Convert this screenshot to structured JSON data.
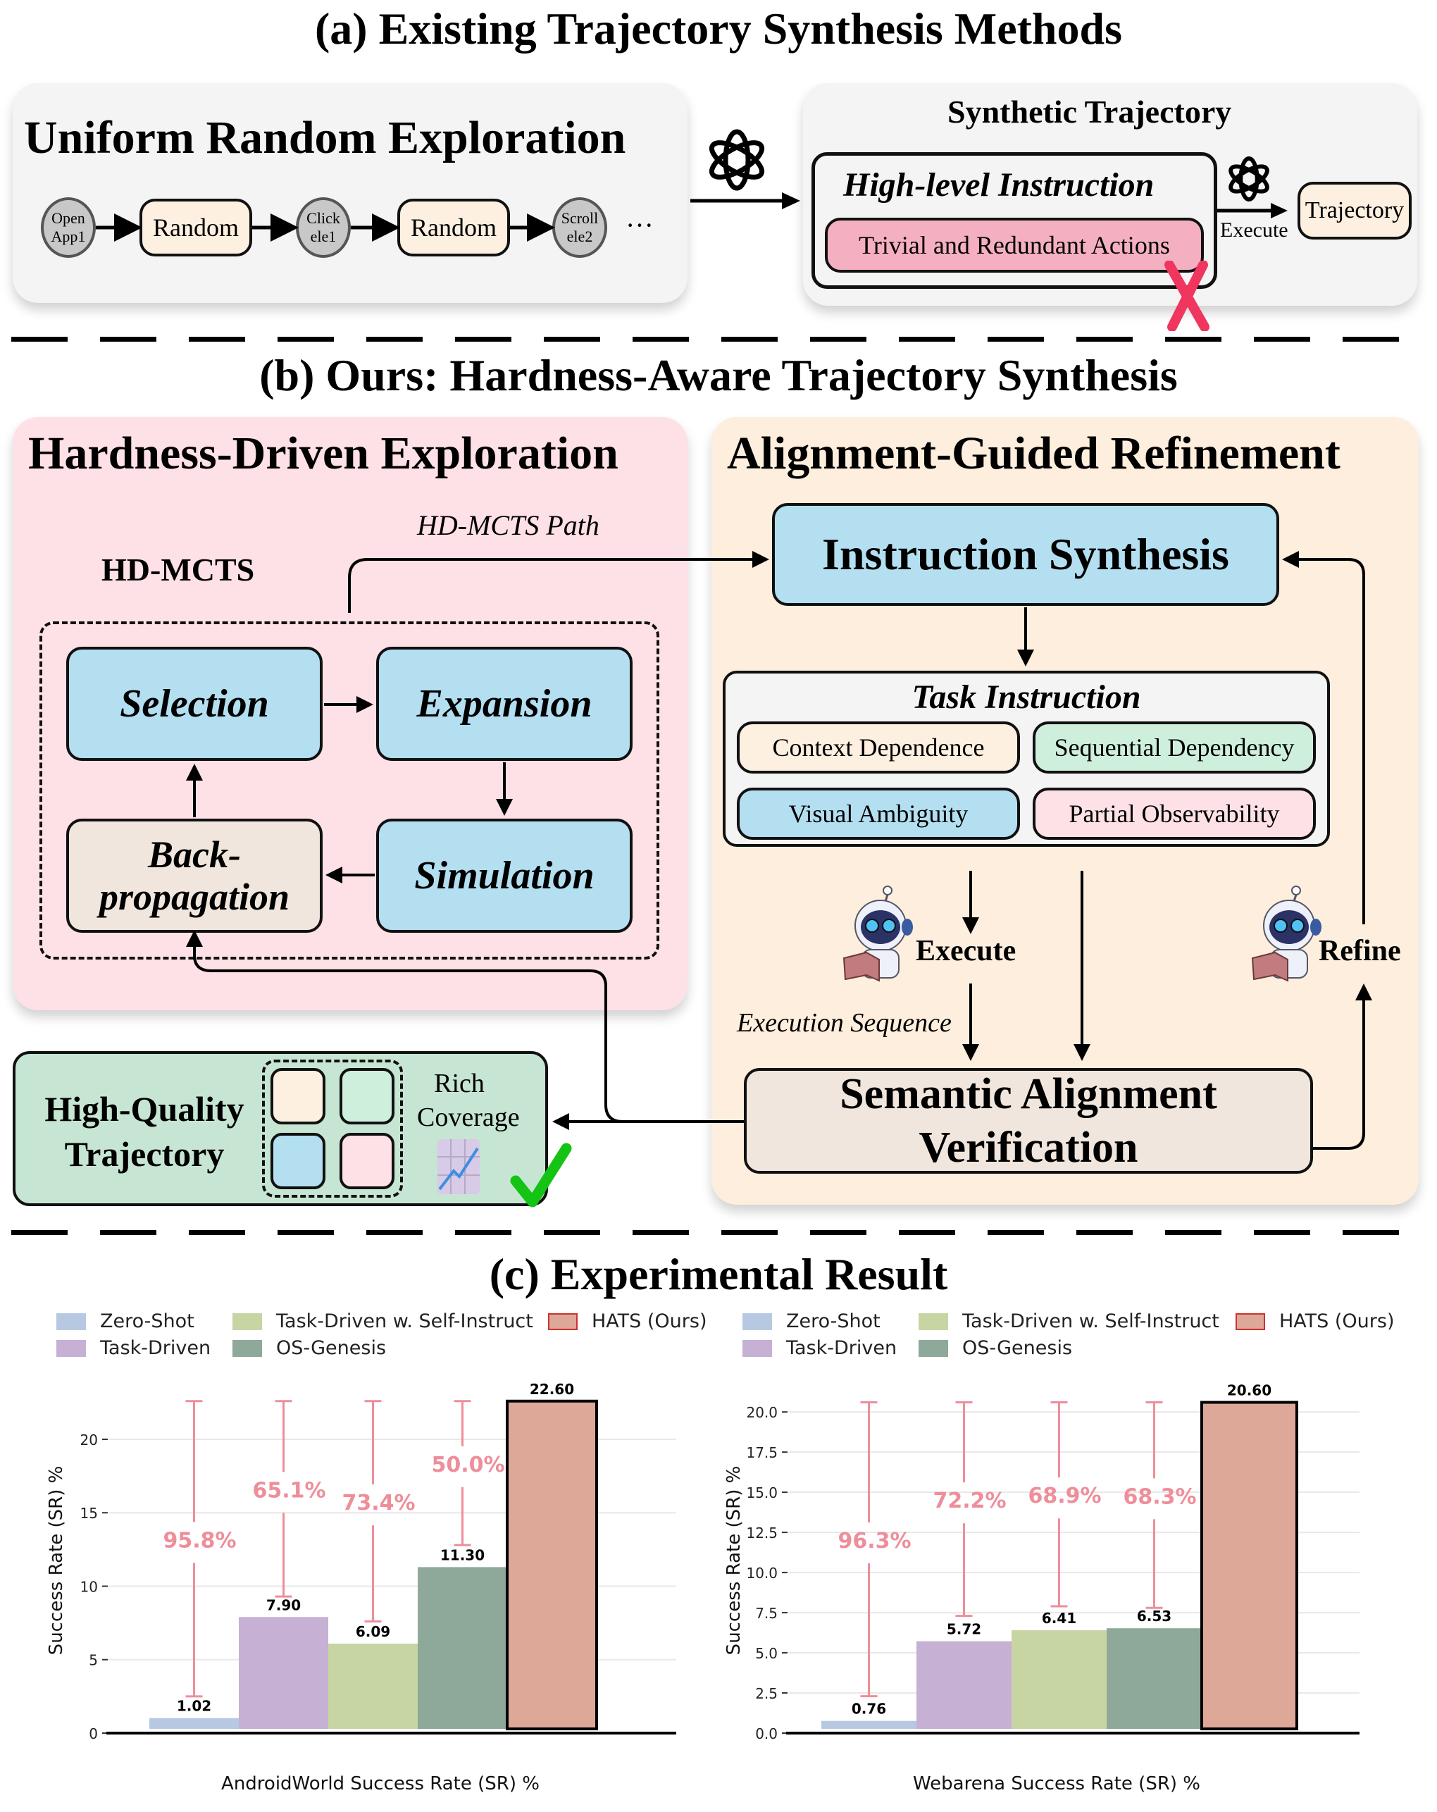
{
  "section_a": {
    "title": "(a) Existing Trajectory Synthesis Methods",
    "left_panel": {
      "heading": "Uniform Random Exploration",
      "nodes": [
        {
          "type": "circle",
          "label_line1": "Open",
          "label_line2": "App1"
        },
        {
          "type": "box",
          "label": "Random"
        },
        {
          "type": "circle",
          "label_line1": "Click",
          "label_line2": "ele1"
        },
        {
          "type": "box",
          "label": "Random"
        },
        {
          "type": "circle",
          "label_line1": "Scroll",
          "label_line2": "ele2"
        }
      ],
      "ellipsis": "···"
    },
    "icon": "openai-logo-icon",
    "right_panel": {
      "heading": "Synthetic Trajectory",
      "instruction_label": "High-level Instruction",
      "actions_label": "Trivial and Redundant Actions",
      "execute_label": "Execute",
      "trajectory_label": "Trajectory",
      "reject_icon": "cross-icon"
    }
  },
  "section_b": {
    "title": "(b) Ours: Hardness-Aware Trajectory Synthesis",
    "exploration": {
      "heading": "Hardness-Driven Exploration",
      "path_label": "HD-MCTS Path",
      "mcts_label": "HD-MCTS",
      "steps": {
        "selection": "Selection",
        "expansion": "Expansion",
        "simulation": "Simulation",
        "backprop_line1": "Back-",
        "backprop_line2": "propagation"
      }
    },
    "refinement": {
      "heading": "Alignment-Guided Refinement",
      "instruction_synthesis": "Instruction Synthesis",
      "task_instruction": "Task Instruction",
      "categories": [
        "Context Dependence",
        "Sequential Dependency",
        "Visual Ambiguity",
        "Partial Observability"
      ],
      "execute_label": "Execute",
      "refine_label": "Refine",
      "execution_sequence_label": "Execution Sequence",
      "verification_line1": "Semantic Alignment",
      "verification_line2": "Verification"
    },
    "output": {
      "label_line1": "High-Quality",
      "label_line2": "Trajectory",
      "coverage_line1": "Rich",
      "coverage_line2": "Coverage",
      "chart_icon": "trend-chart-icon",
      "check_icon": "checkmark-icon"
    }
  },
  "section_c": {
    "title": "(c) Experimental Result"
  },
  "colors": {
    "zero_shot": "#b7c9e2",
    "task_driven": "#c6b0d4",
    "self_instruct": "#c7d5a3",
    "os_genesis": "#8ea999",
    "hats": "#dea898",
    "gap": "#ee8e9a"
  },
  "chart_data": [
    {
      "type": "bar",
      "title": "",
      "xlabel": "AndroidWorld Success Rate (SR) %",
      "ylabel": "Success Rate (SR) %",
      "ylim": [
        0,
        23.5
      ],
      "yticks": [
        0,
        5,
        10,
        15,
        20
      ],
      "ytick_labels": [
        "0",
        "5",
        "10",
        "15",
        "20"
      ],
      "grid": true,
      "legend_position": "top",
      "legend": [
        "Zero-Shot",
        "Task-Driven w. Self-Instruct",
        "HATS (Ours)",
        "Task-Driven",
        "OS-Genesis"
      ],
      "categories": [
        "Zero-Shot",
        "Task-Driven",
        "Task-Driven w. Self-Instruct",
        "OS-Genesis",
        "HATS (Ours)"
      ],
      "values": [
        1.02,
        7.9,
        6.09,
        11.3,
        22.6
      ],
      "value_labels": [
        "1.02",
        "7.90",
        "6.09",
        "11.30",
        "22.60"
      ],
      "gap_annotations": [
        {
          "category": "Zero-Shot",
          "label": "95.8%",
          "from": 2.5,
          "to": 22.6
        },
        {
          "category": "Task-Driven",
          "label": "65.1%",
          "from": 9.3,
          "to": 22.6
        },
        {
          "category": "Task-Driven w. Self-Instruct",
          "label": "73.4%",
          "from": 7.6,
          "to": 22.6
        },
        {
          "category": "OS-Genesis",
          "label": "50.0%",
          "from": 12.8,
          "to": 22.6
        }
      ]
    },
    {
      "type": "bar",
      "title": "",
      "xlabel": "Webarena Success Rate (SR) %",
      "ylabel": "Success Rate (SR) %",
      "ylim": [
        0,
        21.5
      ],
      "yticks": [
        0,
        2.5,
        5,
        7.5,
        10,
        12.5,
        15,
        17.5,
        20
      ],
      "ytick_labels": [
        "0.0",
        "2.5",
        "5.0",
        "7.5",
        "10.0",
        "12.5",
        "15.0",
        "17.5",
        "20.0"
      ],
      "grid": true,
      "legend_position": "top",
      "legend": [
        "Zero-Shot",
        "Task-Driven w. Self-Instruct",
        "HATS (Ours)",
        "Task-Driven",
        "OS-Genesis"
      ],
      "categories": [
        "Zero-Shot",
        "Task-Driven",
        "Task-Driven w. Self-Instruct",
        "OS-Genesis",
        "HATS (Ours)"
      ],
      "values": [
        0.76,
        5.72,
        6.41,
        6.53,
        20.6
      ],
      "value_labels": [
        "0.76",
        "5.72",
        "6.41",
        "6.53",
        "20.60"
      ],
      "gap_annotations": [
        {
          "category": "Zero-Shot",
          "label": "96.3%",
          "from": 2.3,
          "to": 20.6
        },
        {
          "category": "Task-Driven",
          "label": "72.2%",
          "from": 7.3,
          "to": 20.6
        },
        {
          "category": "Task-Driven w. Self-Instruct",
          "label": "68.9%",
          "from": 7.9,
          "to": 20.6
        },
        {
          "category": "OS-Genesis",
          "label": "68.3%",
          "from": 7.8,
          "to": 20.6
        }
      ]
    }
  ]
}
